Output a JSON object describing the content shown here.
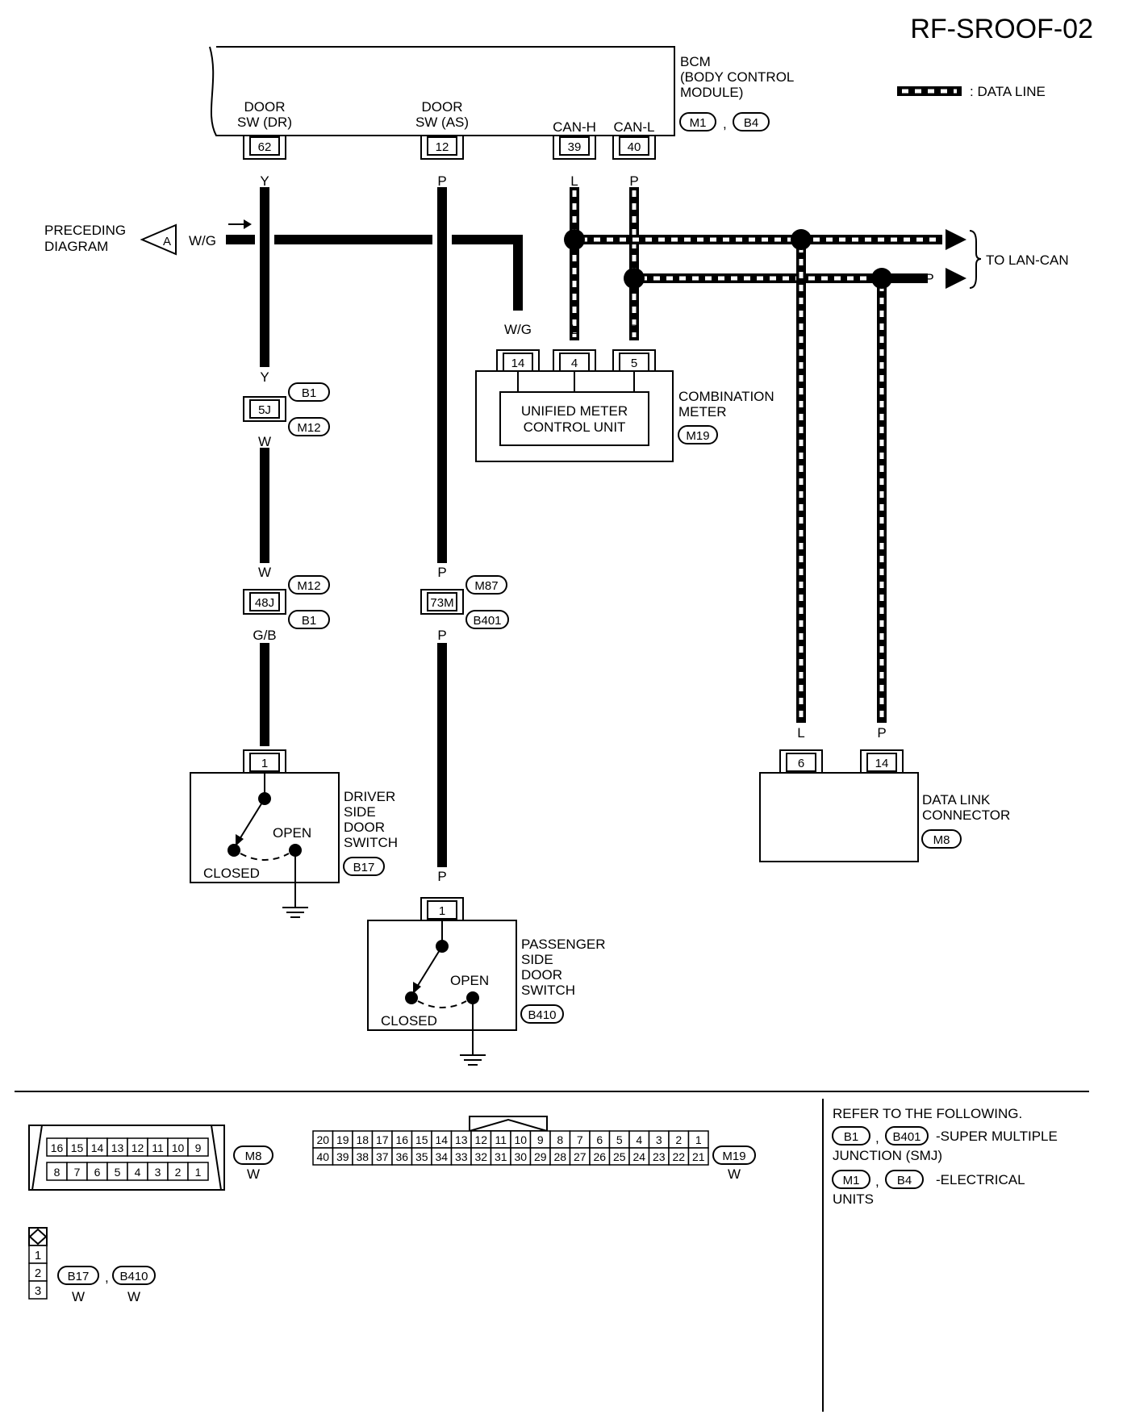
{
  "title": "RF-SROOF-02",
  "legend": {
    "text": ": DATA LINE"
  },
  "bcm": {
    "name_lines": [
      "BCM",
      "(BODY CONTROL",
      "MODULE)"
    ],
    "refs": [
      "M1",
      "B4"
    ],
    "ref_sep": ",",
    "pin_labels": {
      "door_dr": [
        "DOOR",
        "SW (DR)"
      ],
      "door_as": [
        "DOOR",
        "SW (AS)"
      ],
      "can_h": "CAN-H",
      "can_l": "CAN-L"
    },
    "pins": [
      "62",
      "12",
      "39",
      "40"
    ]
  },
  "preceding": {
    "lines": [
      "PRECEDING",
      "DIAGRAM"
    ],
    "letter": "A",
    "wire": "W/G"
  },
  "to_lan": {
    "text": "TO LAN-CAN",
    "l": "L",
    "p": "P"
  },
  "wire_colors": {
    "y": "Y",
    "p": "P",
    "l": "L",
    "wg": "W/G",
    "w": "W",
    "gb": "G/B"
  },
  "combination_meter": {
    "name_lines": [
      "COMBINATION",
      "METER"
    ],
    "ref": "M19",
    "inner_lines": [
      "UNIFIED METER",
      "CONTROL UNIT"
    ],
    "pins": [
      "14",
      "4",
      "5"
    ]
  },
  "junctions": {
    "j5": {
      "pin": "5J",
      "refs": [
        "B1",
        "M12"
      ]
    },
    "j48": {
      "pin": "48J",
      "refs": [
        "M12",
        "B1"
      ]
    },
    "j73": {
      "pin": "73M",
      "refs": [
        "M87",
        "B401"
      ]
    }
  },
  "driver_switch": {
    "name_lines": [
      "DRIVER",
      "SIDE",
      "DOOR",
      "SWITCH"
    ],
    "ref": "B17",
    "pin": "1",
    "open": "OPEN",
    "closed": "CLOSED"
  },
  "passenger_switch": {
    "name_lines": [
      "PASSENGER",
      "SIDE",
      "DOOR",
      "SWITCH"
    ],
    "ref": "B410",
    "pin": "1",
    "open": "OPEN",
    "closed": "CLOSED"
  },
  "dlc": {
    "name_lines": [
      "DATA LINK",
      "CONNECTOR"
    ],
    "ref": "M8",
    "pins": [
      "6",
      "14"
    ]
  },
  "connectors": {
    "m8": {
      "ref": "M8",
      "color": "W",
      "top": [
        "16",
        "15",
        "14",
        "13",
        "12",
        "11",
        "10",
        "9"
      ],
      "bottom": [
        "8",
        "7",
        "6",
        "5",
        "4",
        "3",
        "2",
        "1"
      ]
    },
    "m19": {
      "ref": "M19",
      "color": "W",
      "top": [
        "20",
        "19",
        "18",
        "17",
        "16",
        "15",
        "14",
        "13",
        "12",
        "11",
        "10",
        "9",
        "8",
        "7",
        "6",
        "5",
        "4",
        "3",
        "2",
        "1"
      ],
      "bottom": [
        "40",
        "39",
        "38",
        "37",
        "36",
        "35",
        "34",
        "33",
        "32",
        "31",
        "30",
        "29",
        "28",
        "27",
        "26",
        "25",
        "24",
        "23",
        "22",
        "21"
      ]
    },
    "switch": {
      "cells": [
        "1",
        "2",
        "3"
      ],
      "refs": [
        "B17",
        "B410"
      ],
      "colors": [
        "W",
        "W"
      ],
      "sep": ","
    }
  },
  "refer": {
    "heading": "REFER TO THE FOLLOWING.",
    "smj_refs": [
      "B1",
      "B401"
    ],
    "smj_text": [
      "-SUPER MULTIPLE",
      "JUNCTION (SMJ)"
    ],
    "eu_refs": [
      "M1",
      "B4"
    ],
    "eu_text": [
      "-ELECTRICAL",
      "UNITS"
    ],
    "sep": ","
  }
}
